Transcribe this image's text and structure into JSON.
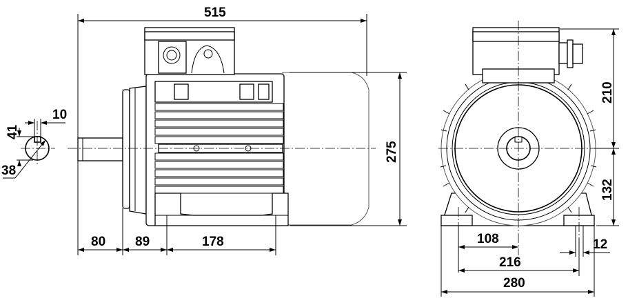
{
  "dimensions": {
    "overall_length": "515",
    "shaft_key_width": "10",
    "shaft_key_height": "41",
    "shaft_diameter": "38",
    "shaft_length": "80",
    "shaft_to_foot_hole": "89",
    "foot_hole_spacing_side": "178",
    "overall_height": "275",
    "center_to_top": "210",
    "center_height": "132",
    "center_to_foot_hole": "108",
    "foot_hole_diameter": "12",
    "foot_hole_spacing_front": "216",
    "foot_width": "280"
  }
}
